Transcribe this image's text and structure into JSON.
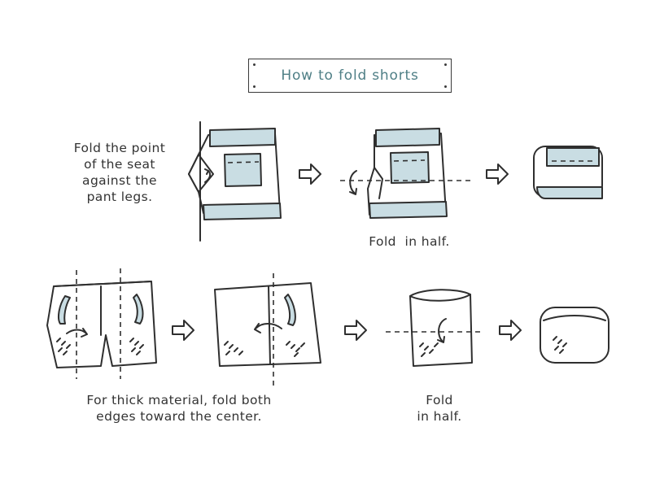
{
  "title": "How to fold shorts",
  "captions": {
    "step1": [
      "Fold the point",
      "of the seat",
      "against the",
      "pant legs."
    ],
    "step1_fold": "Fold  in half.",
    "step2": [
      "For thick material, fold both",
      "edges toward the center."
    ],
    "step2_fold": [
      "Fold",
      "in half."
    ]
  },
  "colors": {
    "accent_blue": "#c9dde3",
    "title_text": "#4f7f86",
    "line": "#2f2f2f"
  },
  "icons": [
    "right-arrow-icon",
    "curved-fold-arrow-icon"
  ]
}
